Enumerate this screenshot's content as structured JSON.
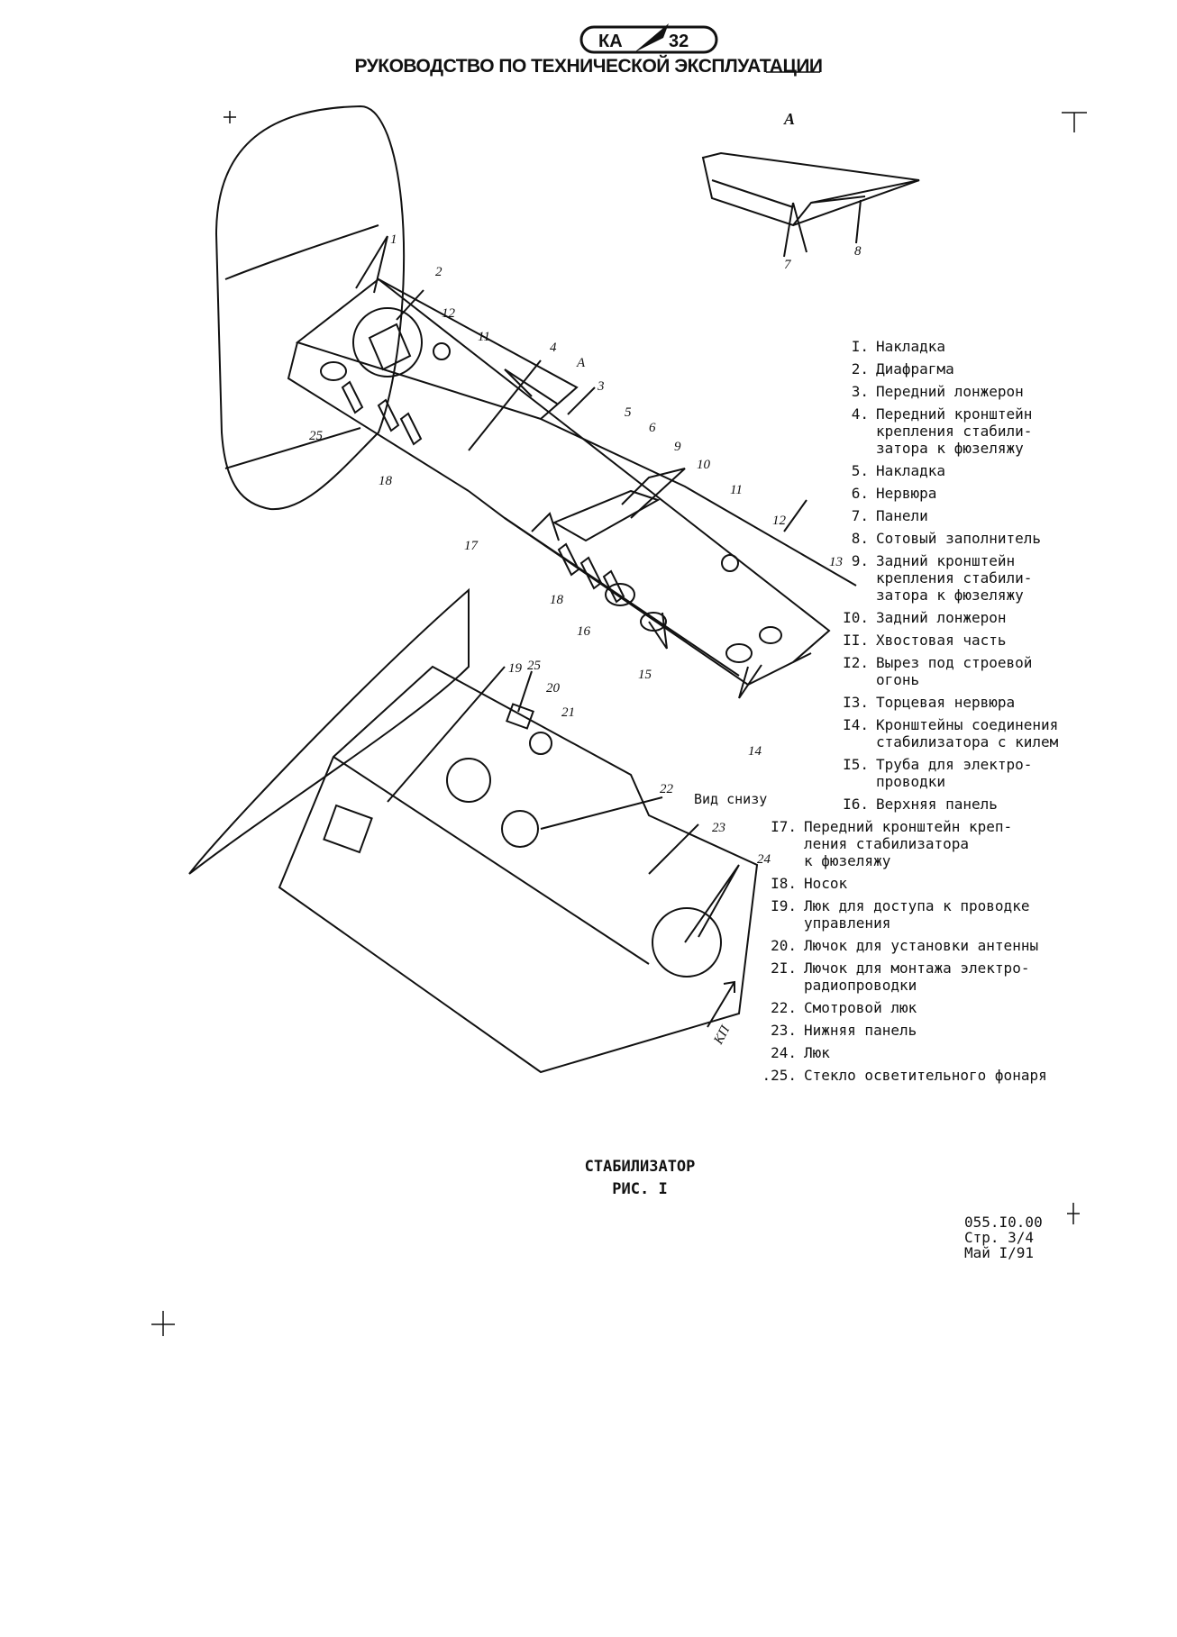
{
  "header": {
    "logo_left": "КА",
    "logo_right": "32",
    "title": "РУКОВОДСТВО ПО ТЕХНИЧЕСКОЙ ЭКСПЛУАТАЦИИ"
  },
  "figure": {
    "view_a_label": "А",
    "view_a_callout": "А",
    "bottom_view_label": "Вид снизу",
    "flight_direction_label": "КП",
    "callouts": [
      "1",
      "2",
      "3",
      "4",
      "5",
      "6",
      "7",
      "8",
      "9",
      "10",
      "11",
      "12",
      "13",
      "14",
      "15",
      "16",
      "17",
      "18",
      "19",
      "20",
      "21",
      "22",
      "23",
      "24",
      "25"
    ]
  },
  "legend": [
    {
      "num": "I.",
      "text": "Накладка"
    },
    {
      "num": "2.",
      "text": "Диафрагма"
    },
    {
      "num": "3.",
      "text": "Передний лонжерон"
    },
    {
      "num": "4.",
      "text": "Передний кронштейн\nкрепления стабили-\nзатора к фюзеляжу"
    },
    {
      "num": "5.",
      "text": "Накладка"
    },
    {
      "num": "6.",
      "text": "Нервюра"
    },
    {
      "num": "7.",
      "text": "Панели"
    },
    {
      "num": "8.",
      "text": "Сотовый заполнитель"
    },
    {
      "num": "9.",
      "text": "Задний кронштейн\nкрепления стабили-\nзатора к фюзеляжу"
    },
    {
      "num": "I0.",
      "text": "Задний лонжерон"
    },
    {
      "num": "II.",
      "text": "Хвостовая часть"
    },
    {
      "num": "I2.",
      "text": "Вырез под строевой\nогонь"
    },
    {
      "num": "I3.",
      "text": "Торцевая нервюра"
    },
    {
      "num": "I4.",
      "text": "Кронштейны соединения\nстабилизатора с килем"
    },
    {
      "num": "I5.",
      "text": "Труба для электро-\nпроводки"
    },
    {
      "num": "I6.",
      "text": "Верхняя панель"
    },
    {
      "num": "I7.",
      "text": "Передний кронштейн креп-\nления стабилизатора\nк фюзеляжу",
      "wide": true
    },
    {
      "num": "I8.",
      "text": "Носок",
      "wide": true
    },
    {
      "num": "I9.",
      "text": "Люк для доступа к проводке\nуправления",
      "wide": true
    },
    {
      "num": "20.",
      "text": "Лючок для установки антенны",
      "wide": true
    },
    {
      "num": "2I.",
      "text": "Лючок для монтажа электро-\nрадиопроводки",
      "wide": true
    },
    {
      "num": "22.",
      "text": "Смотровой люк",
      "wide": true
    },
    {
      "num": "23.",
      "text": "Нижняя панель",
      "wide": true
    },
    {
      "num": "24.",
      "text": "Люк",
      "wide": true
    },
    {
      "num": ".25.",
      "text": "Стекло осветительного фонаря",
      "wide": true
    }
  ],
  "caption": {
    "line1": "СТАБИЛИЗАТОР",
    "line2": "РИС. I"
  },
  "footer": {
    "doc_code": "055.I0.00",
    "page": "Стр. 3/4",
    "date": "Май I/91"
  }
}
